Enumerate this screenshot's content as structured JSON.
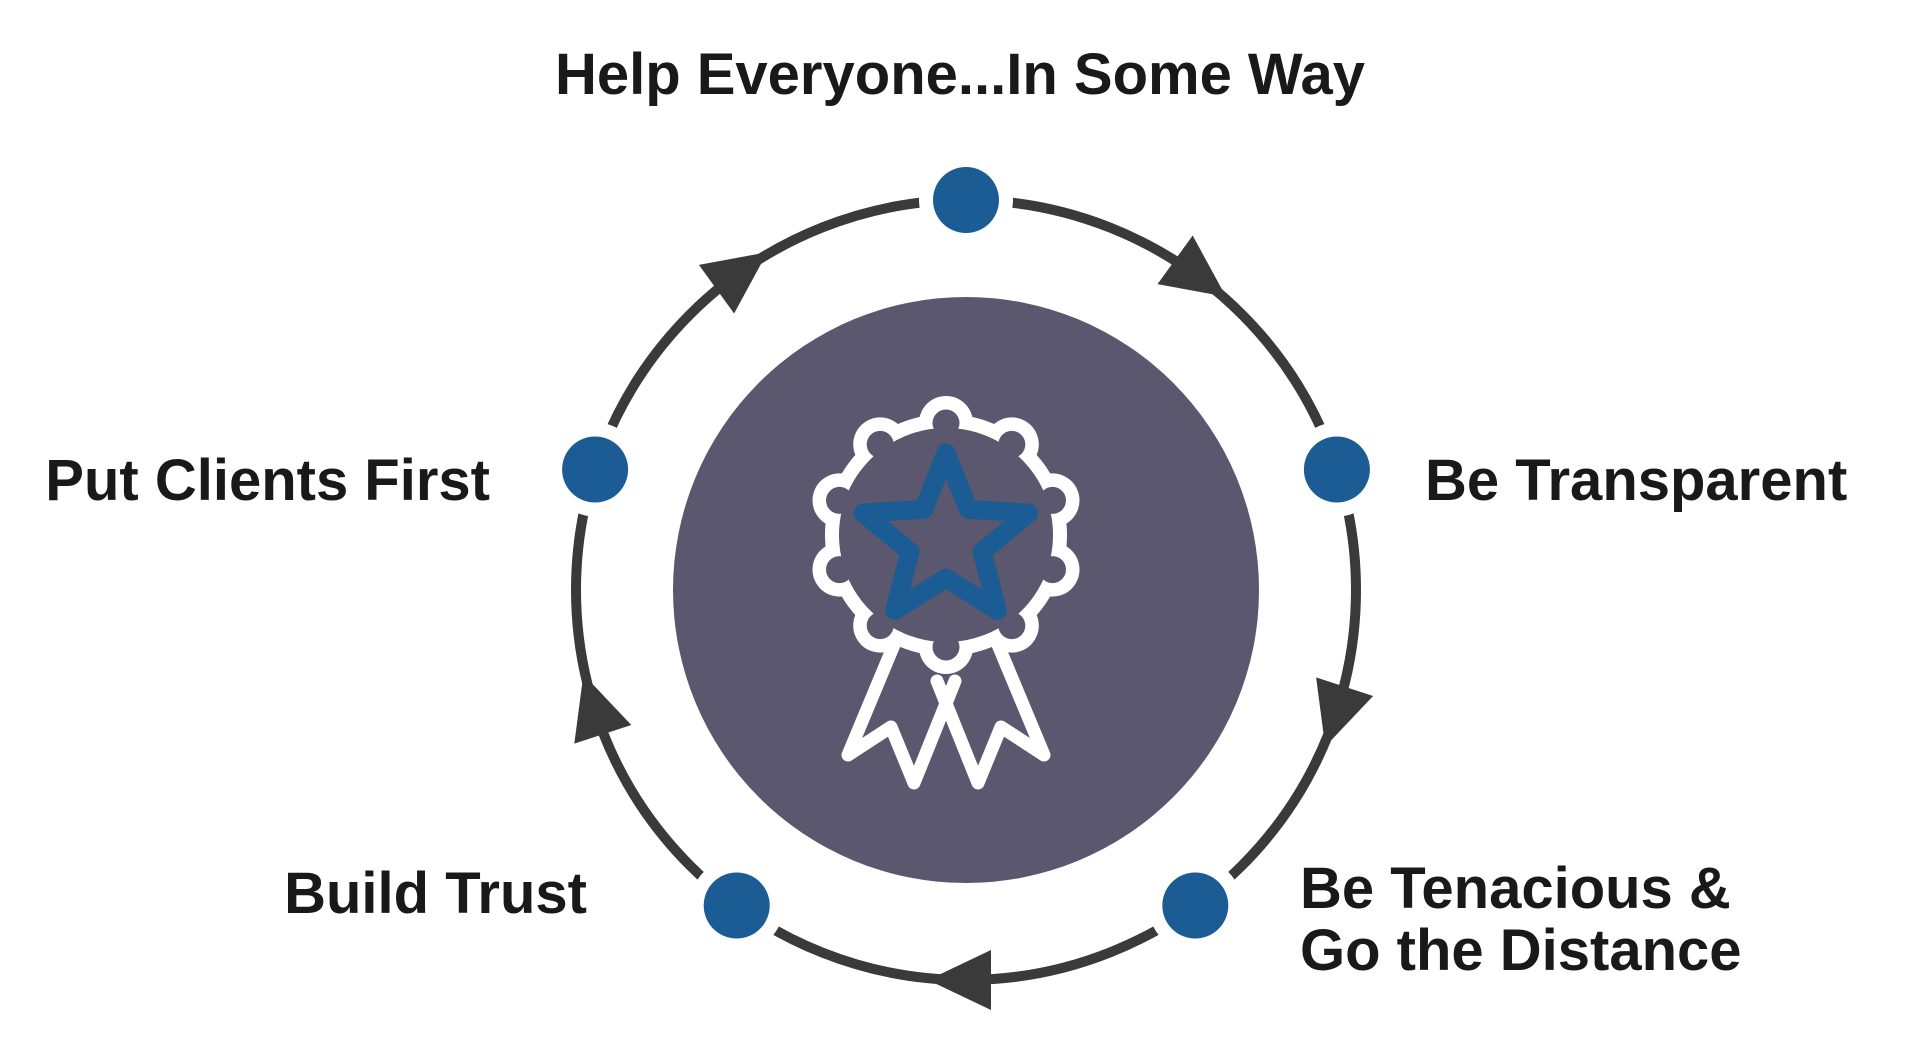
{
  "diagram": {
    "type": "cycle",
    "direction": "clockwise",
    "node_count": 5,
    "center_icon": "award-rosette-star",
    "labels": {
      "top": "Help Everyone...In Some Way",
      "left": "Put Clients First",
      "right": "Be Transparent",
      "bottom_left": "Build Trust",
      "bottom_right_line1": "Be Tenacious &",
      "bottom_right_line2": "Go the Distance"
    },
    "colors": {
      "node_blue": "#1b5c94",
      "star_blue": "#1b5c94",
      "center_circle_fill": "#5a576e",
      "arc_gray": "#3a3a3a",
      "text": "#191919",
      "background": "#ffffff",
      "icon_white": "#ffffff"
    }
  }
}
